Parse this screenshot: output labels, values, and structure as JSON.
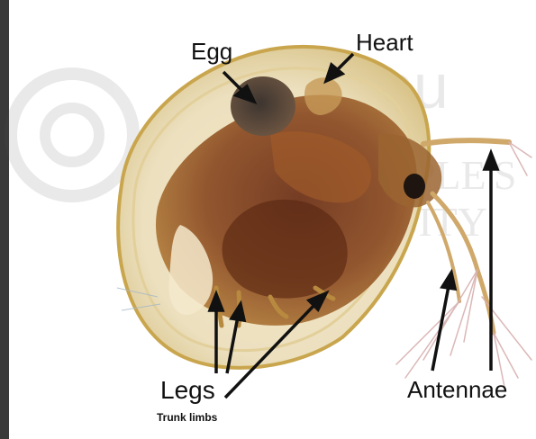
{
  "labels": {
    "egg": "Egg",
    "heart": "Heart",
    "legs": "Legs",
    "trunk_limbs": "Trunk limbs",
    "antennae": "Antennae"
  },
  "watermark": {
    "line1": "THE PEOPLE'S",
    "line2": "UNIVERSITY"
  },
  "colors": {
    "carapace_edge": "#c9a64e",
    "body": "#7a3a1c",
    "egg": "#4a3a30",
    "arrow": "#111111",
    "background": "#ffffff",
    "left_bar": "#3a3a3a"
  }
}
